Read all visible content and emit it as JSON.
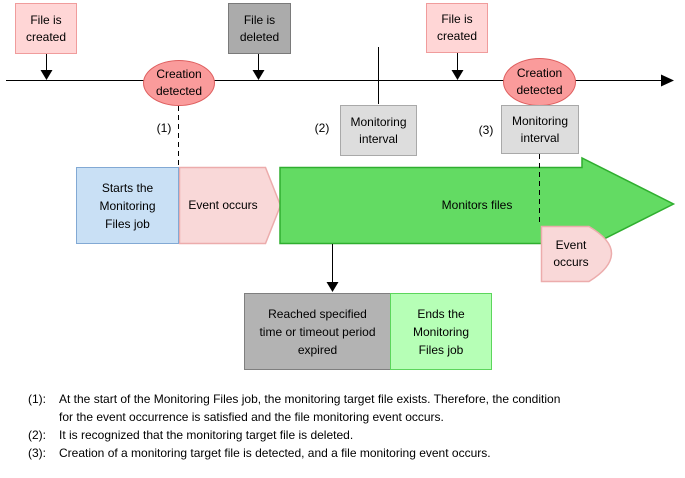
{
  "diagram": {
    "events": {
      "file_created_1_lines": [
        "File is",
        "created"
      ],
      "file_deleted_lines": [
        "File is",
        "deleted"
      ],
      "file_created_2_lines": [
        "File is",
        "created"
      ],
      "creation_detected_1_lines": [
        "Creation",
        "detected"
      ],
      "creation_detected_2_lines": [
        "Creation",
        "detected"
      ]
    },
    "markers": {
      "m1": "(1)",
      "m2": "(2)",
      "m3": "(3)"
    },
    "intervals": {
      "monitoring_interval_1_lines": [
        "Monitoring",
        "interval"
      ],
      "monitoring_interval_2_lines": [
        "Monitoring",
        "interval"
      ]
    },
    "job": {
      "starts_lines": [
        "Starts the",
        "Monitoring",
        "Files job"
      ],
      "event_occurs_1": "Event occurs",
      "monitors": "Monitors files",
      "event_occurs_2_lines": [
        "Event",
        "occurs"
      ],
      "timeout_lines": [
        "Reached specified",
        "time or timeout period",
        "expired"
      ],
      "ends_lines": [
        "Ends the",
        "Monitoring",
        "Files job"
      ]
    },
    "notes": [
      {
        "num": "(1):",
        "lines": [
          "At the start of the Monitoring Files job, the monitoring target file exists. Therefore, the condition",
          "for the event occurrence is satisfied and the file monitoring event occurs."
        ]
      },
      {
        "num": "(2):",
        "lines": [
          "It is recognized that the monitoring target file is deleted."
        ]
      },
      {
        "num": "(3):",
        "lines": [
          "Creation of a monitoring target file is detected, and a file monitoring event occurs."
        ]
      }
    ],
    "colors": {
      "pink_box_fill": "#FFD6D6",
      "pink_box_border": "#F09C9C",
      "gray_box_fill": "#ABABAB",
      "gray_box_border": "#7A7A7A",
      "interval_box_fill": "#DDDDDD",
      "interval_box_border": "#A9A9A9",
      "oval_fill": "#FA9B9B",
      "oval_border": "#DE5E5E",
      "blue_box_fill": "#C9E0F5",
      "blue_box_border": "#82A9D4",
      "event_shape_fill": "#F9D8D8",
      "event_shape_border": "#ECACAC",
      "green_arrow_fill": "#63DB63",
      "green_arrow_border": "#2FAE2F",
      "green_box_fill": "#B6FFB6",
      "green_box_border": "#5CD65C",
      "line_color": "#000000"
    }
  }
}
